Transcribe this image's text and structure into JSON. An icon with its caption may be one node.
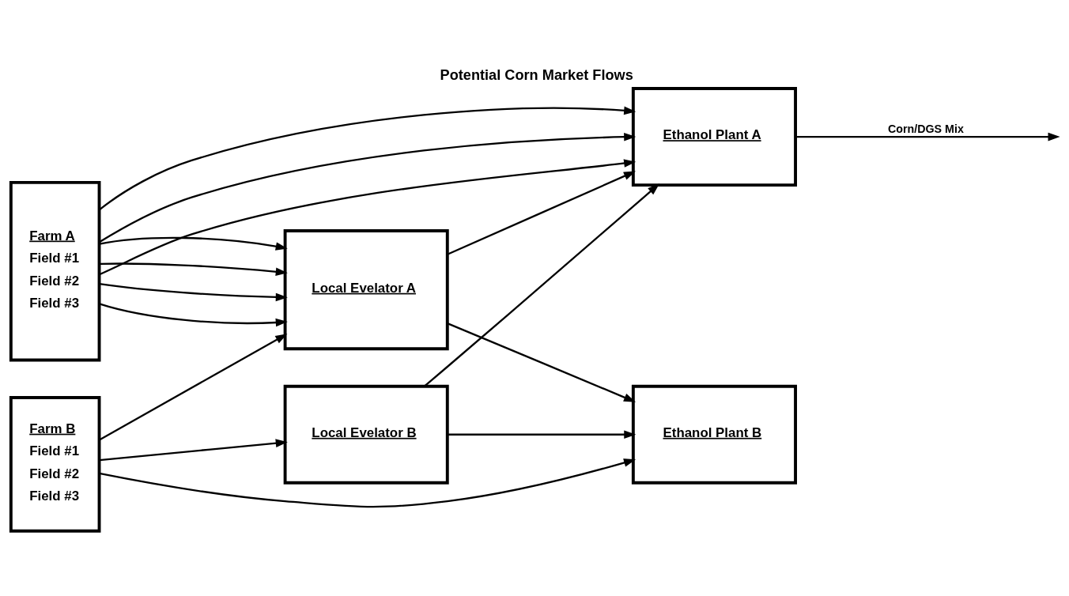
{
  "diagram": {
    "title": "Potential Corn Market Flows",
    "nodes": [
      {
        "text": [
          "Farm A",
          "Field #1",
          "Field #2",
          "Field #3"
        ]
      },
      {
        "text": [
          "Farm B",
          "Field #1",
          "Field #2",
          "Field #3"
        ]
      },
      {
        "text": [
          "Local Evelator A"
        ]
      },
      {
        "text": [
          "Local Evelator B"
        ]
      },
      {
        "text": [
          "Ethanol Plant A"
        ]
      },
      {
        "text": [
          "Ethanol Plant B"
        ]
      }
    ],
    "edges": [
      {
        "from": 0,
        "to": 2,
        "arrow": "to"
      },
      {
        "from": 0,
        "to": 2,
        "arrow": "to"
      },
      {
        "from": 0,
        "to": 2,
        "arrow": "to"
      },
      {
        "from": 0,
        "to": 2,
        "arrow": "to"
      },
      {
        "from": 0,
        "to": 4,
        "arrow": "to"
      },
      {
        "from": 0,
        "to": 4,
        "arrow": "to"
      },
      {
        "from": 0,
        "to": 4,
        "arrow": "to"
      },
      {
        "from": 1,
        "to": 2,
        "arrow": "to"
      },
      {
        "from": 1,
        "to": 5,
        "arrow": "to"
      },
      {
        "from": 1,
        "to": 3,
        "arrow": "to"
      },
      {
        "from": 2,
        "to": 4,
        "arrow": "to"
      },
      {
        "from": 2,
        "to": 5,
        "arrow": "to"
      },
      {
        "from": 3,
        "to": 4,
        "arrow": "to"
      },
      {
        "from": 3,
        "to": 5,
        "arrow": "to"
      },
      {
        "from": 4,
        "to": null,
        "label": "Corn/DGS Mix",
        "arrow": "to"
      }
    ]
  }
}
